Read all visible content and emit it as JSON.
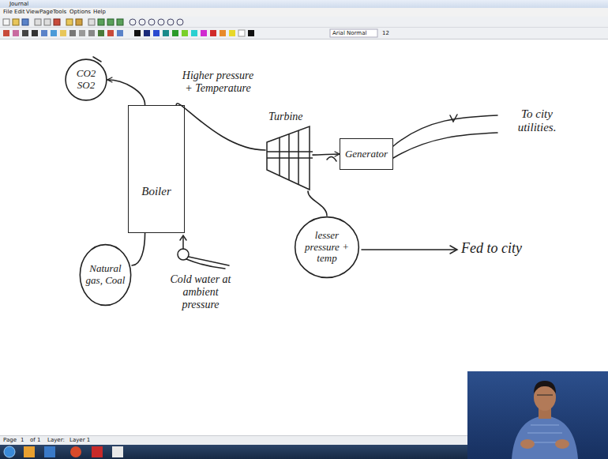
{
  "diagram": {
    "nodes": [
      {
        "text": [
          "CO2 SO2"
        ]
      },
      {
        "text": [
          "Boiler"
        ]
      },
      {
        "text": [
          "Turbine"
        ]
      },
      {
        "text": [
          "Generator"
        ]
      },
      {
        "text": [
          "Natural gas, Coal"
        ]
      },
      {
        "text": [
          "lesser pressure + temp"
        ]
      }
    ],
    "edges": [
      {
        "from": 1,
        "to": 0,
        "arrow": "to"
      },
      {
        "from": 1,
        "to": 2,
        "arrow": "none"
      },
      {
        "from": 4,
        "to": 1,
        "arrow": "none"
      },
      {
        "from": 2,
        "to": 3,
        "arrow": "to"
      },
      {
        "from": 2,
        "to": 5,
        "arrow": "none"
      }
    ],
    "labels": [
      "Journal",
      "File",
      "Edit",
      "View",
      "Page",
      "Tools",
      "Options",
      "Help",
      "Arial Normal",
      "12",
      "Page",
      "1",
      "of 1",
      "Layer:",
      "Layer 1",
      "Higher pressure + Temperature",
      "Cold water at ambient pressure",
      "To city utilities.",
      "Fed to city"
    ]
  }
}
